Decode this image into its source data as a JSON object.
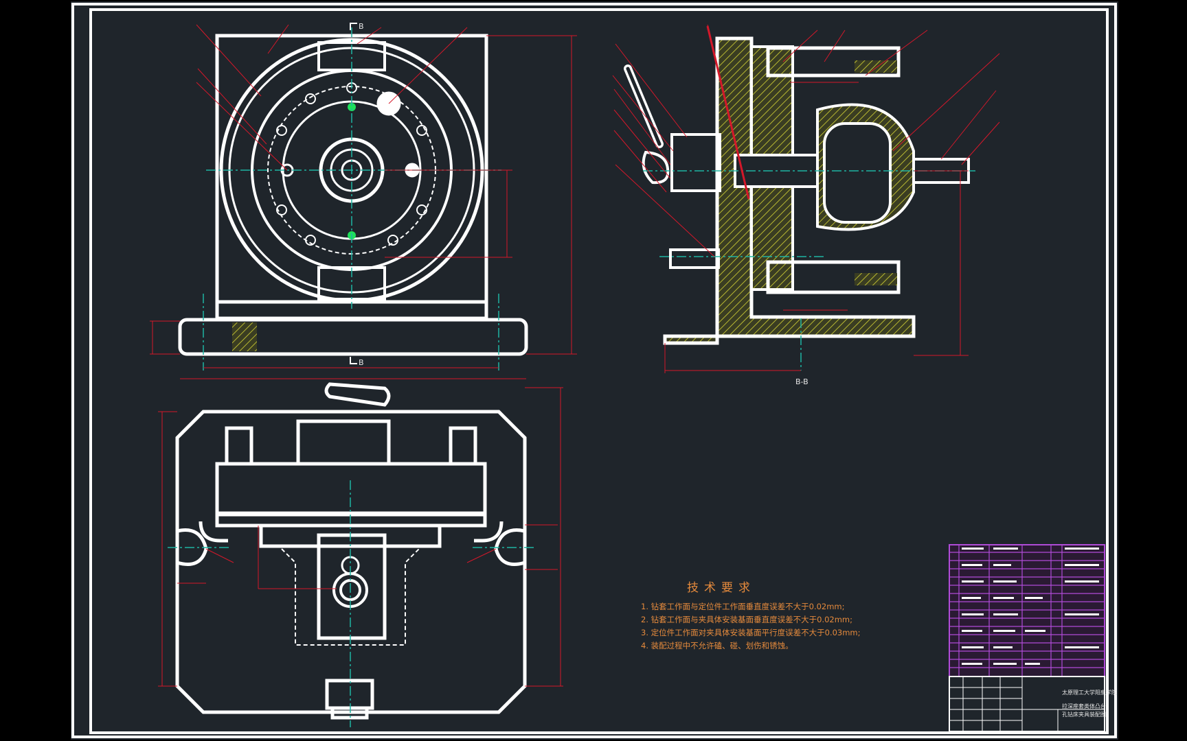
{
  "drawing": {
    "section_label_top": "B",
    "section_label_bottom": "B",
    "section_view_label": "B-B"
  },
  "technical_requirements": {
    "title": "技术要求",
    "items": [
      "1. 钻套工作面与定位件工作面垂直度误差不大于0.02mm;",
      "2. 钻套工作面与夹具体安装基面垂直度误差不大于0.02mm;",
      "3. 定位件工作面对夹具体安装基面平行度误差不大于0.03mm;",
      "4. 装配过程中不允许磕、碰、划伤和锈蚀。"
    ]
  },
  "title_block": {
    "school": "太原理工大学阳泉学院",
    "drawing_name_line1": "拉深座套类体凸台",
    "drawing_name_line2": "孔钻床夹具装配图"
  },
  "colors": {
    "background": "#1f252b",
    "frame": "#ffffff",
    "dimension": "#d4182a",
    "centerline": "#1fb5a3",
    "hatch": "#8a8a22",
    "table": "#b04bd8",
    "text_orange": "#e58a3c"
  }
}
